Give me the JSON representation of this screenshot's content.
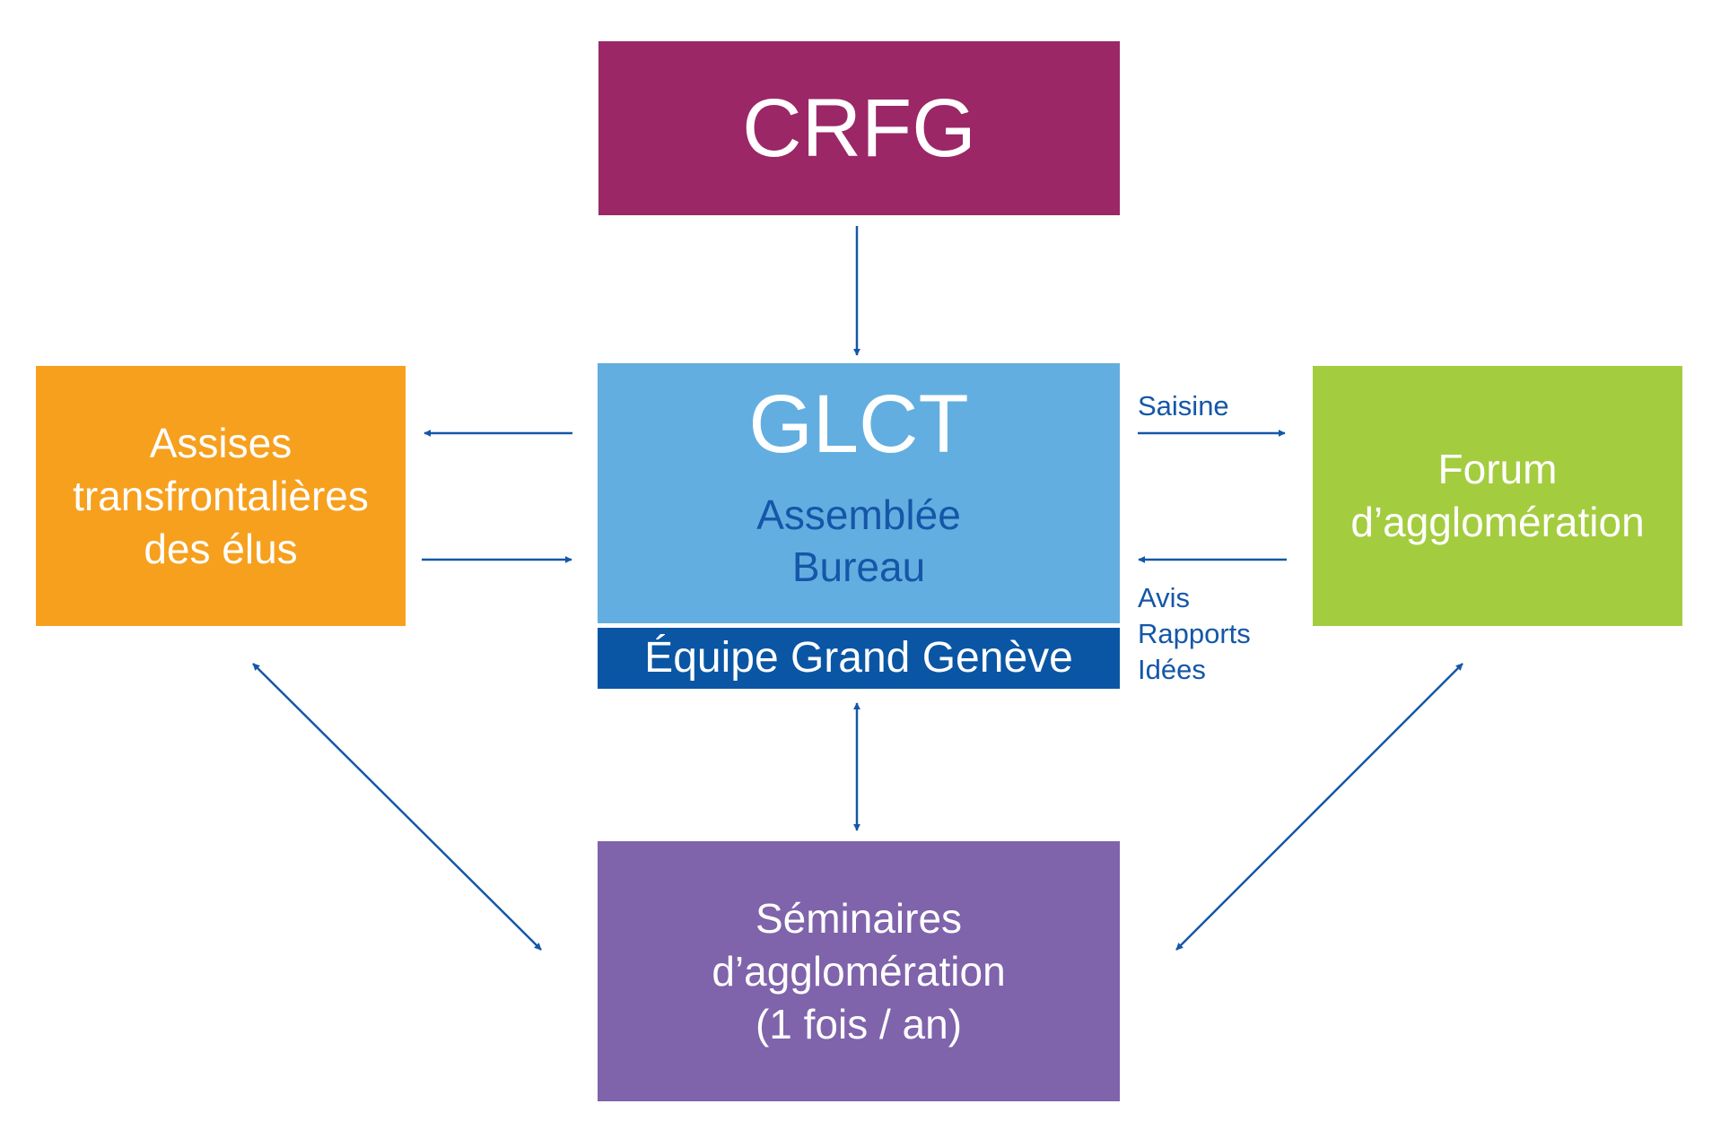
{
  "nodes": {
    "crfg": "CRFG",
    "glct": {
      "title": "GLCT",
      "lines": [
        "Assemblée",
        "Bureau"
      ]
    },
    "equipe": "Équipe Grand Genève",
    "assises": [
      "Assises",
      "transfrontalières",
      "des élus"
    ],
    "forum": [
      "Forum",
      "d’agglomération"
    ],
    "seminaires": [
      "Séminaires",
      "d’agglomération",
      "(1 fois / an)"
    ]
  },
  "edge_labels": {
    "saisine": "Saisine",
    "feedback": [
      "Avis",
      "Rapports",
      "Idées"
    ]
  },
  "colors": {
    "crfg": "#9b2767",
    "glct": "#63aee0",
    "equipe": "#0a56a4",
    "assises": "#f6a01e",
    "forum": "#a4cc3f",
    "seminaires": "#7f63ab",
    "arrow": "#1457a8"
  }
}
